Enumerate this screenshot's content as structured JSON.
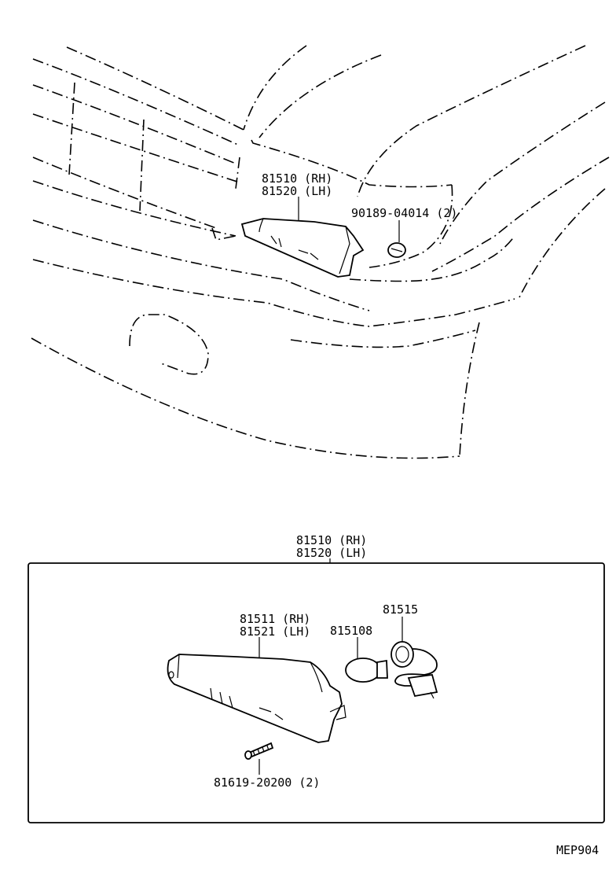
{
  "top_view": {
    "lamp_label_rh": "81510 (RH)",
    "lamp_label_lh": "81520 (LH)",
    "clip_label": "90189-04014 (2)"
  },
  "assembly_view": {
    "assembly_label_rh": "81510 (RH)",
    "assembly_label_lh": "81520 (LH)",
    "lens_label_rh": "81511 (RH)",
    "lens_label_lh": "81521 (LH)",
    "bulb_label": "815108",
    "socket_label": "81515",
    "screw_label": "81619-20200 (2)"
  },
  "diagram_code": "MEP904"
}
